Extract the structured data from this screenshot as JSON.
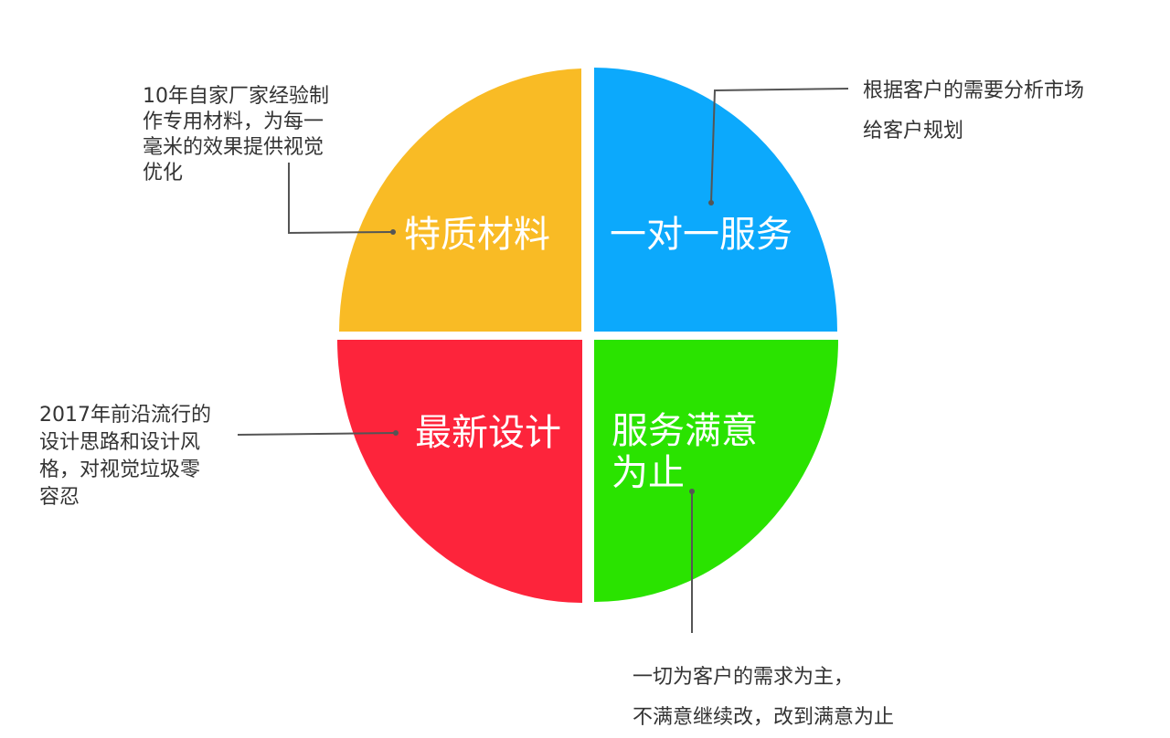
{
  "colors": {
    "top_left": "#f9bb25",
    "top_right": "#0ca9fc",
    "bottom_left": "#fd243b",
    "bottom_right": "#2ae300",
    "leader": "#555555",
    "note_text": "#333333"
  },
  "quadrants": {
    "top_left": {
      "lines": [
        "特质材料"
      ]
    },
    "top_right": {
      "lines": [
        "一对一服务"
      ]
    },
    "bottom_left": {
      "lines": [
        "最新设计"
      ]
    },
    "bottom_right": {
      "lines": [
        "服务满意",
        "为止"
      ]
    }
  },
  "notes": {
    "top_left": {
      "lines": [
        "10年自家厂家经验制",
        "作专用材料，为每一",
        "毫米的效果提供视觉",
        "优化"
      ]
    },
    "top_right": {
      "lines": [
        "根据客户的需要分析市场",
        "给客户规划"
      ]
    },
    "bottom_left": {
      "lines": [
        "2017年前沿流行的",
        "设计思路和设计风",
        "格，对视觉垃圾零",
        "容忍"
      ]
    },
    "bottom_right": {
      "lines": [
        "一切为客户的需求为主，",
        "不满意继续改，改到满意为止"
      ]
    }
  }
}
